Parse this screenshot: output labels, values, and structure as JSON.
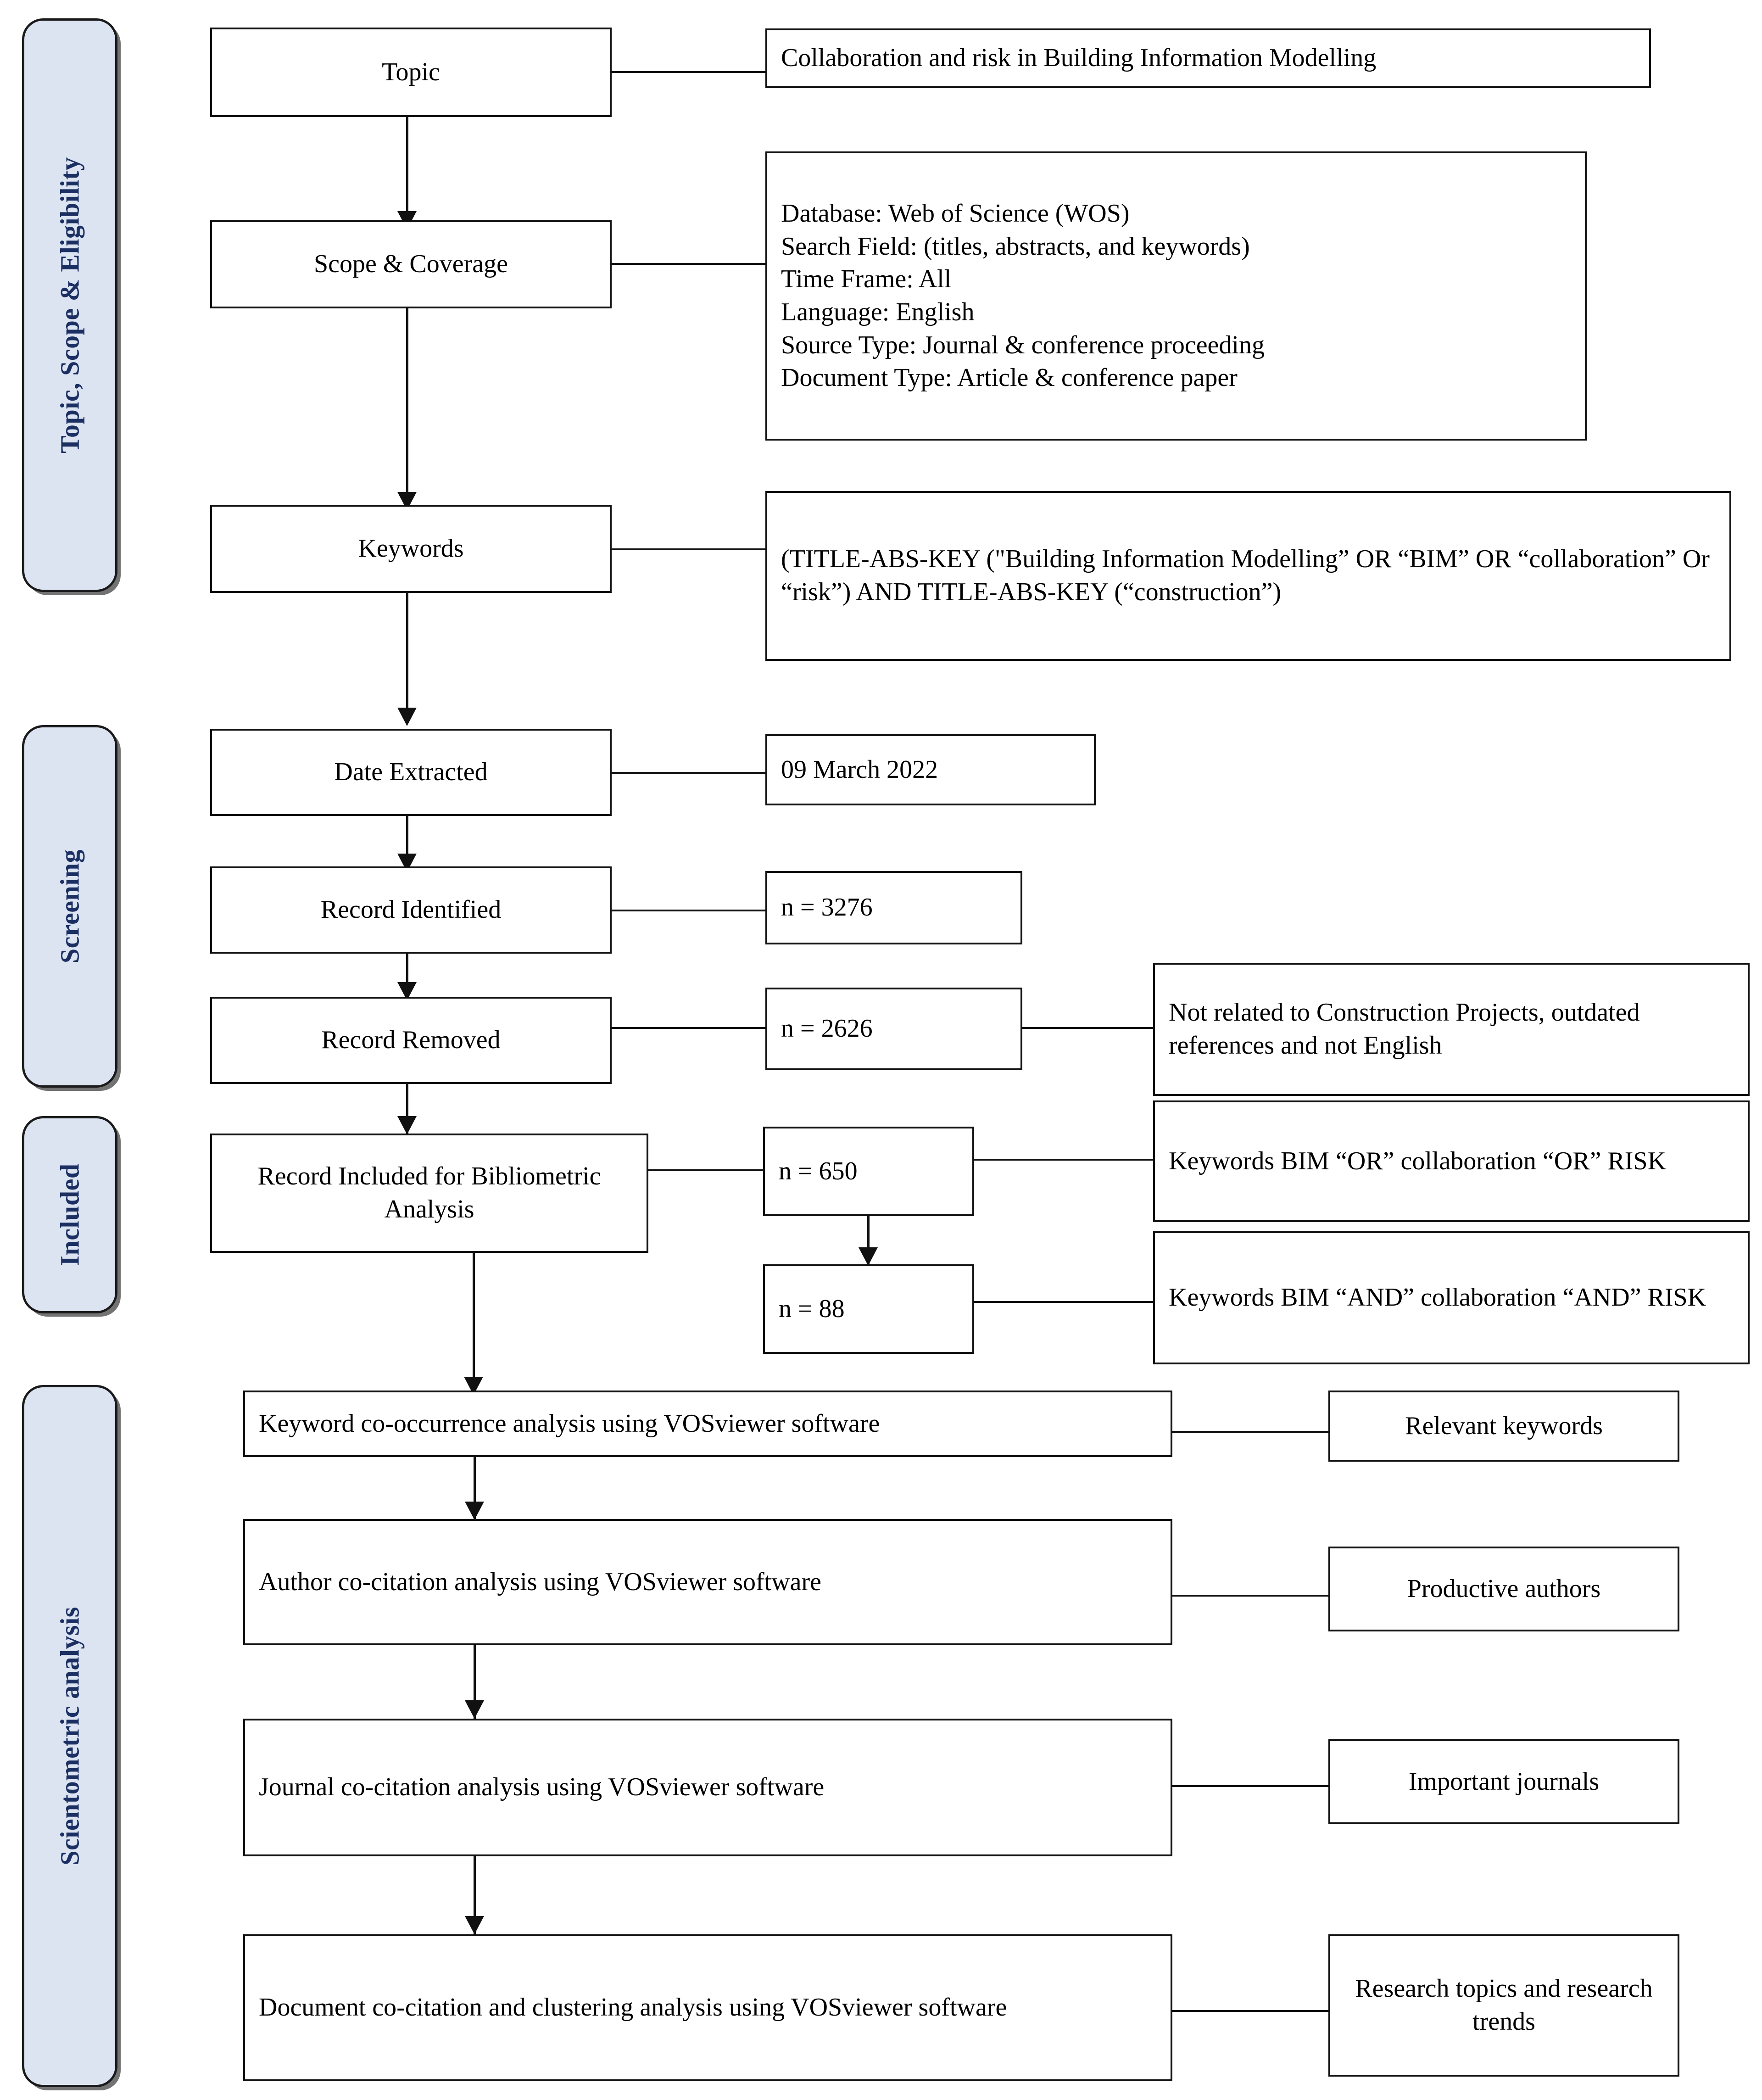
{
  "diagram": {
    "title": "PRISMA-style bibliometric review flowchart",
    "accent_color": "#1b2f62",
    "stage_fill": "#dce4f2"
  },
  "stages": [
    {
      "id": "stage-topic-scope-eligibility",
      "label": "Topic, Scope & Eligibility"
    },
    {
      "id": "stage-screening",
      "label": "Screening"
    },
    {
      "id": "stage-included",
      "label": "Included"
    },
    {
      "id": "stage-scientometric-analysis",
      "label": "Scientometric analysis"
    }
  ],
  "nodes": {
    "topic": {
      "label": "Topic"
    },
    "topic_detail": {
      "label": "Collaboration and risk in Building Information Modelling"
    },
    "scope": {
      "label": "Scope & Coverage"
    },
    "scope_detail": {
      "lines": [
        "Database: Web of Science (WOS)",
        "Search Field: (titles, abstracts, and keywords)",
        "Time Frame: All",
        "Language: English",
        "Source Type: Journal & conference proceeding",
        "Document Type: Article & conference paper"
      ],
      "text": "Database: Web of Science (WOS)\nSearch Field: (titles, abstracts, and keywords)\nTime Frame: All\nLanguage: English\nSource Type: Journal & conference proceeding\nDocument Type: Article & conference paper"
    },
    "keywords": {
      "label": "Keywords"
    },
    "keywords_detail": {
      "text": " (TITLE-ABS-KEY (\"Building Information Modelling” OR “BIM” OR “collaboration” Or “risk”) AND TITLE-ABS-KEY (“construction”)"
    },
    "date_extracted": {
      "label": "Date Extracted"
    },
    "date_extracted_value": {
      "label": "09 March 2022"
    },
    "record_identified": {
      "label": "Record Identified"
    },
    "record_identified_count": {
      "label": "n = 3276"
    },
    "record_removed": {
      "label": "Record Removed"
    },
    "record_removed_count": {
      "label": "n = 2626"
    },
    "record_removed_reason": {
      "text": "Not related to Construction Projects, outdated references and not English"
    },
    "record_included": {
      "label": "Record Included for Bibliometric Analysis"
    },
    "record_included_count": {
      "label": "n = 650"
    },
    "record_included_reason": {
      "text": "Keywords BIM “OR” collaboration “OR” RISK"
    },
    "record_final_count": {
      "label": "n = 88"
    },
    "record_final_reason": {
      "text": "Keywords BIM “AND” collaboration “AND” RISK"
    },
    "keyword_cooccurrence": {
      "label": "Keyword co-occurrence analysis using VOSviewer software"
    },
    "keyword_cooccurrence_output": {
      "label": "Relevant keywords"
    },
    "author_cocitation": {
      "label": "Author co-citation analysis using VOSviewer software"
    },
    "author_cocitation_output": {
      "label": "Productive authors"
    },
    "journal_cocitation": {
      "label": "Journal co-citation analysis using VOSviewer software"
    },
    "journal_cocitation_output": {
      "label": "Important journals"
    },
    "document_cocitation": {
      "label": "Document co-citation and clustering analysis using VOSviewer software"
    },
    "document_cocitation_output": {
      "label": "Research topics and research trends"
    }
  }
}
